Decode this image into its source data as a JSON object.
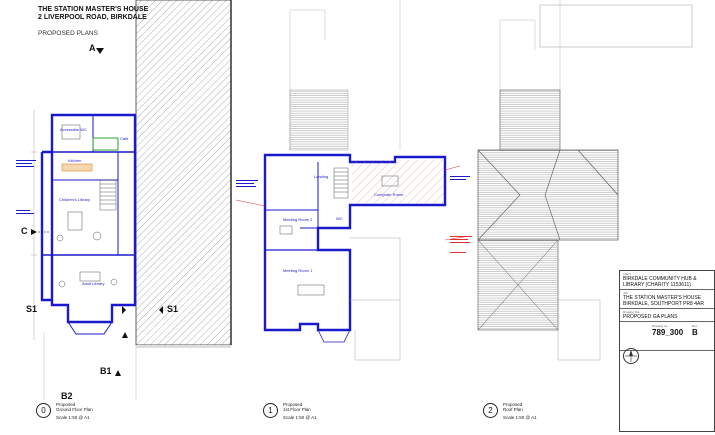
{
  "header": {
    "project_line1": "THE STATION MASTER'S HOUSE",
    "project_line2": "2 LIVERPOOL ROAD, BIRKDALE",
    "subtitle": "PROPOSED PLANS"
  },
  "section_markers": {
    "a": "A",
    "b1": "B1",
    "b2": "B2",
    "c": "C",
    "s1_left": "S1",
    "s1_right": "S1"
  },
  "ground_floor": {
    "rooms": {
      "accessible_wc": "Accessible WC",
      "cafe": "Café",
      "kitchen": "Kitchen",
      "childrens_library": "Children's Library",
      "adult_library": "Adult Library"
    }
  },
  "first_floor": {
    "rooms": {
      "landing": "Landing",
      "meeting_room_2": "Meeting Room 2",
      "computer_room": "Computer Room",
      "meeting_room_1": "Meeting Room 1",
      "wc": "WC"
    }
  },
  "captions": [
    {
      "num": "0",
      "title_line1": "Proposed",
      "title_line2": "Ground Floor Plan",
      "scale": "Scale 1:50 @ A1"
    },
    {
      "num": "1",
      "title_line1": "Proposed",
      "title_line2": "1st Floor Plan",
      "scale": "Scale 1:50 @ A1"
    },
    {
      "num": "2",
      "title_line1": "Proposed",
      "title_line2": "Roof Plan",
      "scale": "Scale 1:50 @ A1"
    }
  ],
  "title_block": {
    "client_label": "Client",
    "client": "Birkdale Community Hub & Library (Charity 1153611)",
    "project_label": "Job",
    "project": "The Station Master's House Birkdale, Southport PR8 4AR",
    "drawing_label": "Drawing title",
    "drawing": "Proposed GA Plans",
    "number_label": "Drawing no.",
    "number": "789_300",
    "revision_label": "Rev",
    "revision": "B"
  }
}
